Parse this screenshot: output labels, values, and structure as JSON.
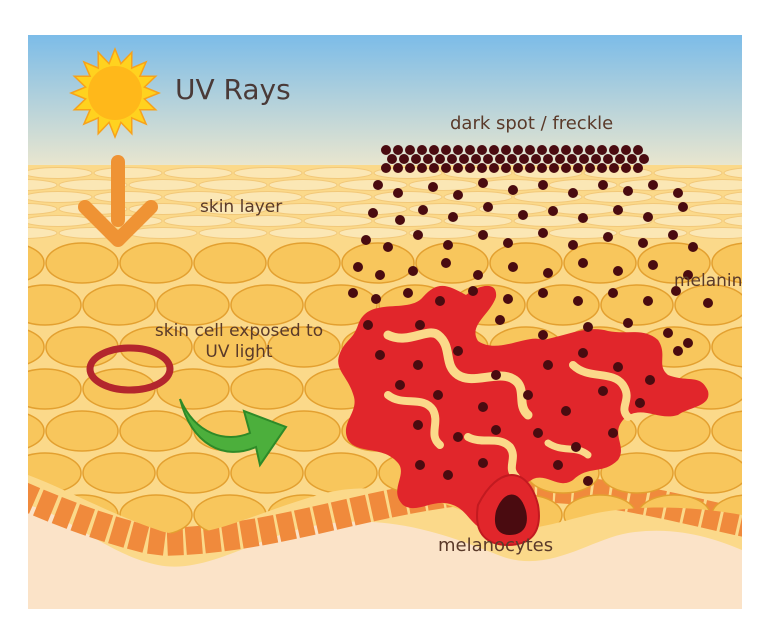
{
  "labels": {
    "uv_rays": "UV Rays",
    "dark_spot": "dark spot / freckle",
    "skin_layer": "skin layer",
    "skin_cell": "skin cell exposed to UV light",
    "melanin": "melanin",
    "melanocytes": "melanocytes"
  },
  "icons": {
    "sun": "sun-icon",
    "down_arrow": "arrow-down-icon",
    "curved_arrow": "curved-arrow-icon"
  },
  "colors": {
    "sky_top": "#6fb7e8",
    "sky_bottom": "#f8ecc6",
    "skin_cell": "#f7c15a",
    "skin_cell_stroke": "#e4a236",
    "melanocyte": "#e1262b",
    "melanin": "#4a0b10",
    "basal_layer": "#f08a3c",
    "dermis": "#fbe3c8",
    "highlight_ring": "#b3262d",
    "arrow_green": "#4caf3c",
    "arrow_orange": "#ef9334",
    "sun": "#ffc21a"
  }
}
